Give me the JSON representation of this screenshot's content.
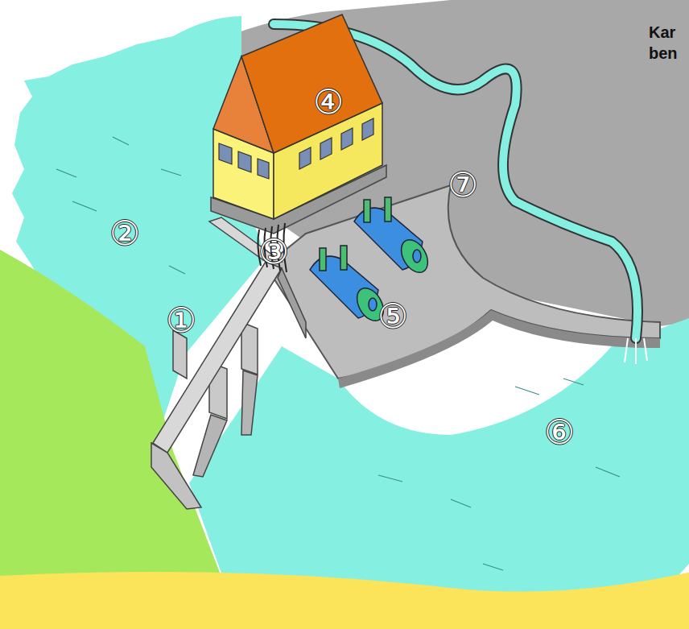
{
  "diagram": {
    "labels": [
      "①",
      "②",
      "③",
      "④",
      "⑤",
      "⑥",
      "⑦",
      "Kar",
      "ben"
    ]
  }
}
